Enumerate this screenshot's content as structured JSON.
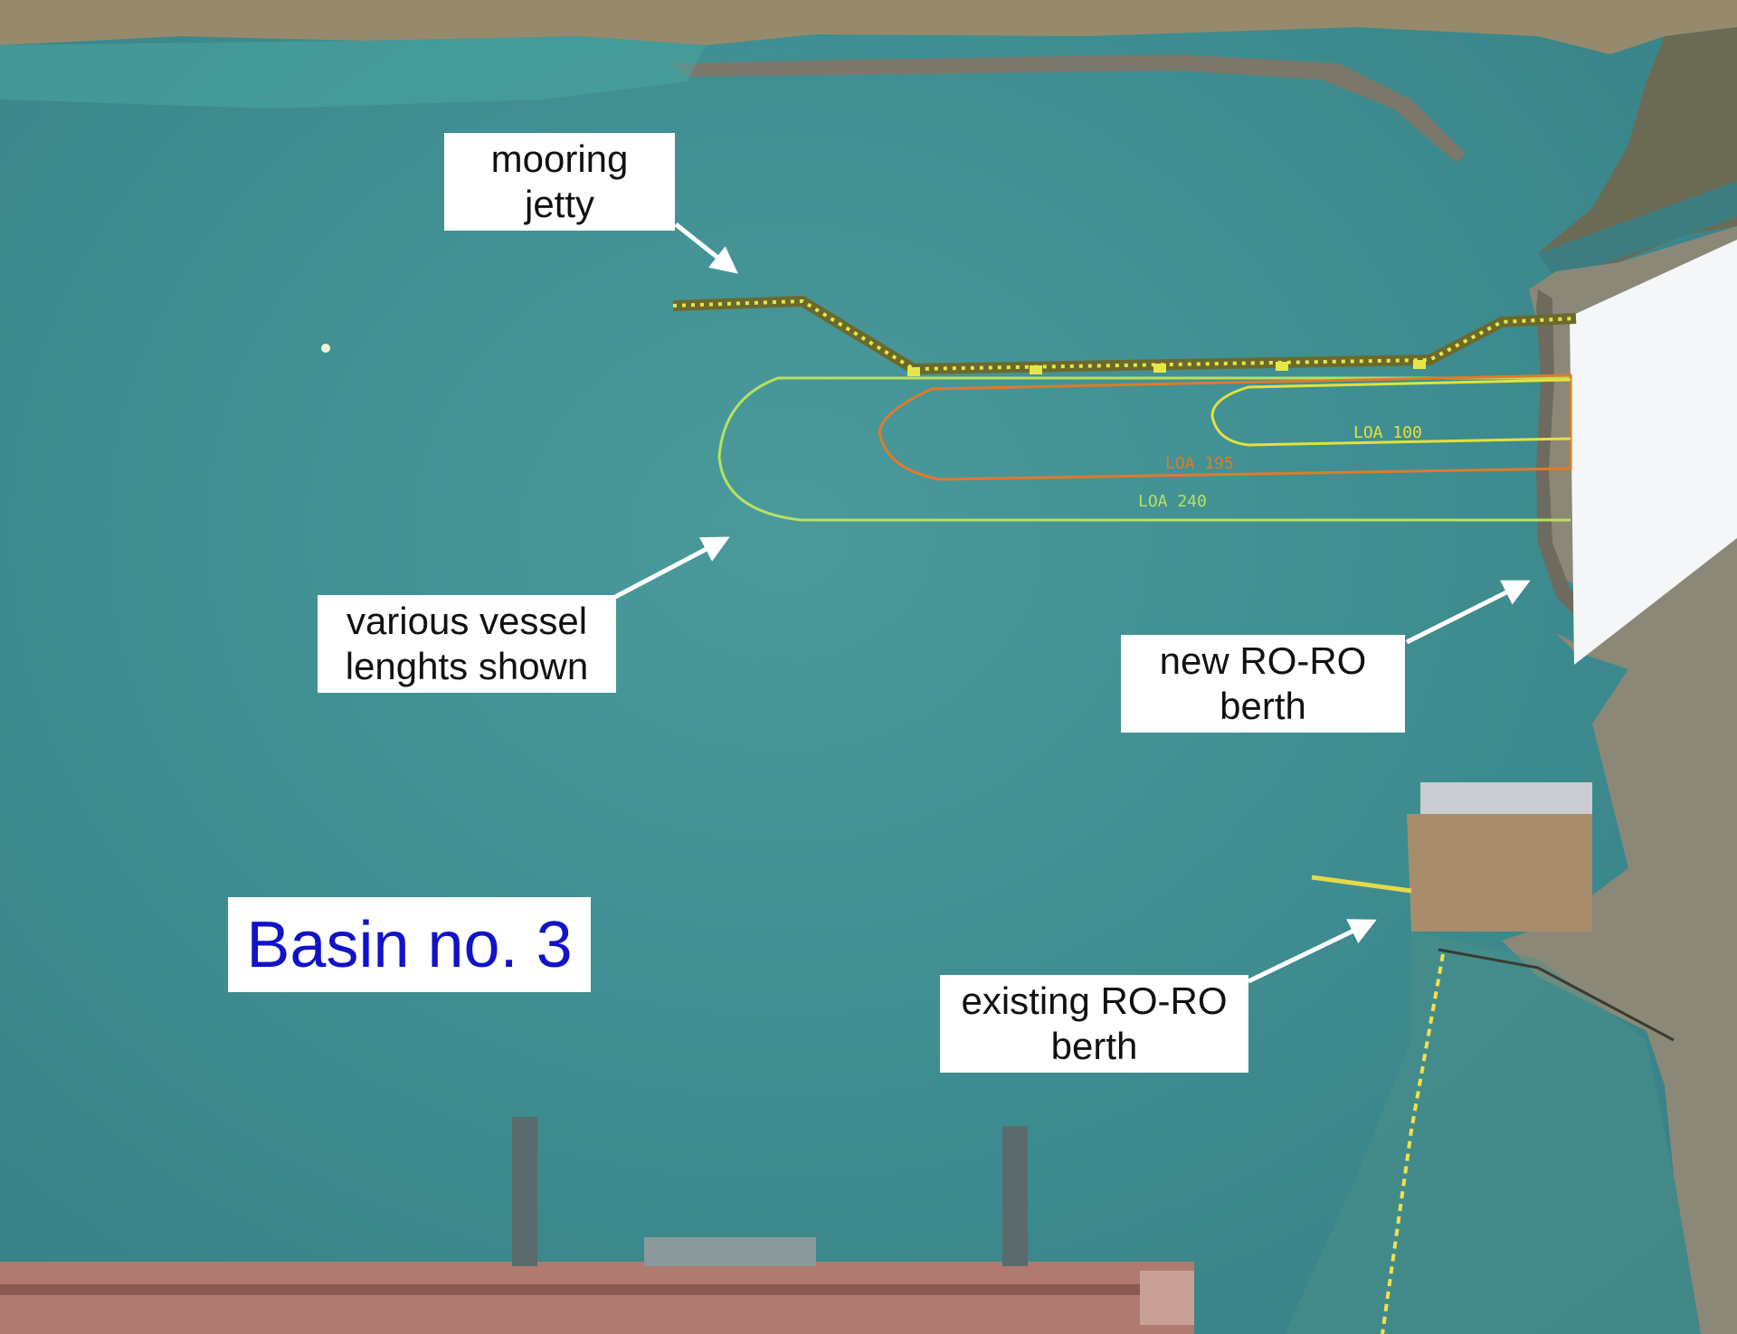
{
  "labels": {
    "mooring_jetty": "mooring\njetty",
    "vessel_lengths": "various vessel\nlenghts shown",
    "new_roro": "new RO-RO\nberth",
    "existing_roro": "existing RO-RO\nberth",
    "basin": "Basin no. 3"
  },
  "vessels": [
    {
      "label": "LOA 100",
      "color": "#e2e23a"
    },
    {
      "label": "LOA 195",
      "color": "#e07a2a"
    },
    {
      "label": "LOA 240",
      "color": "#b9e060"
    }
  ],
  "colors": {
    "water": "#3f8a8e",
    "jetty": "#e6e64a",
    "basin_text": "#1212c8",
    "land": "#9c8f72",
    "quay": "#b07a70"
  }
}
